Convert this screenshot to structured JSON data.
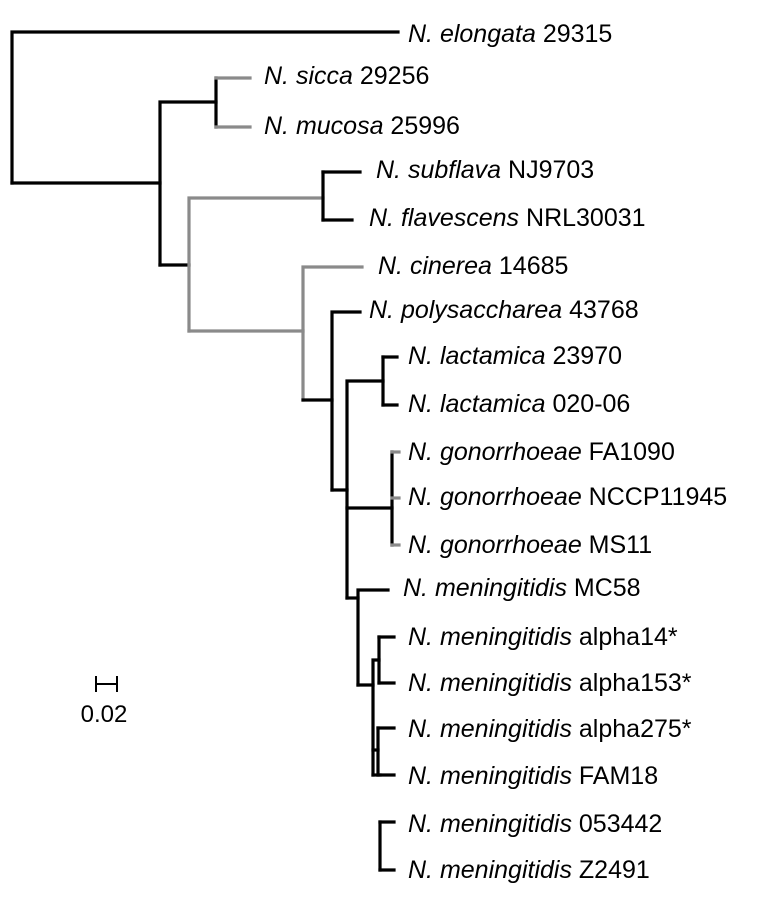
{
  "tree": {
    "leaves": [
      {
        "genus": "N.",
        "species": "elongata",
        "strain": "29315"
      },
      {
        "genus": "N.",
        "species": "sicca",
        "strain": "29256"
      },
      {
        "genus": "N.",
        "species": "mucosa",
        "strain": "25996"
      },
      {
        "genus": "N.",
        "species": "subflava",
        "strain": "NJ9703"
      },
      {
        "genus": "N.",
        "species": "flavescens",
        "strain": "NRL30031"
      },
      {
        "genus": "N.",
        "species": "cinerea",
        "strain": "14685"
      },
      {
        "genus": "N.",
        "species": "polysaccharea",
        "strain": "43768"
      },
      {
        "genus": "N.",
        "species": "lactamica",
        "strain": "23970"
      },
      {
        "genus": "N.",
        "species": "lactamica",
        "strain": "020-06"
      },
      {
        "genus": "N.",
        "species": "gonorrhoeae",
        "strain": "FA1090"
      },
      {
        "genus": "N.",
        "species": "gonorrhoeae",
        "strain": "NCCP11945"
      },
      {
        "genus": "N.",
        "species": "gonorrhoeae",
        "strain": "MS11"
      },
      {
        "genus": "N.",
        "species": "meningitidis",
        "strain": "MC58"
      },
      {
        "genus": "N.",
        "species": "meningitidis",
        "strain": "alpha14*"
      },
      {
        "genus": "N.",
        "species": "meningitidis",
        "strain": "alpha153*"
      },
      {
        "genus": "N.",
        "species": "meningitidis",
        "strain": "alpha275*"
      },
      {
        "genus": "N.",
        "species": "meningitidis",
        "strain": "FAM18"
      },
      {
        "genus": "N.",
        "species": "meningitidis",
        "strain": "053442"
      },
      {
        "genus": "N.",
        "species": "meningitidis",
        "strain": "Z2491"
      }
    ],
    "scale_bar": {
      "label": "0.02"
    }
  }
}
